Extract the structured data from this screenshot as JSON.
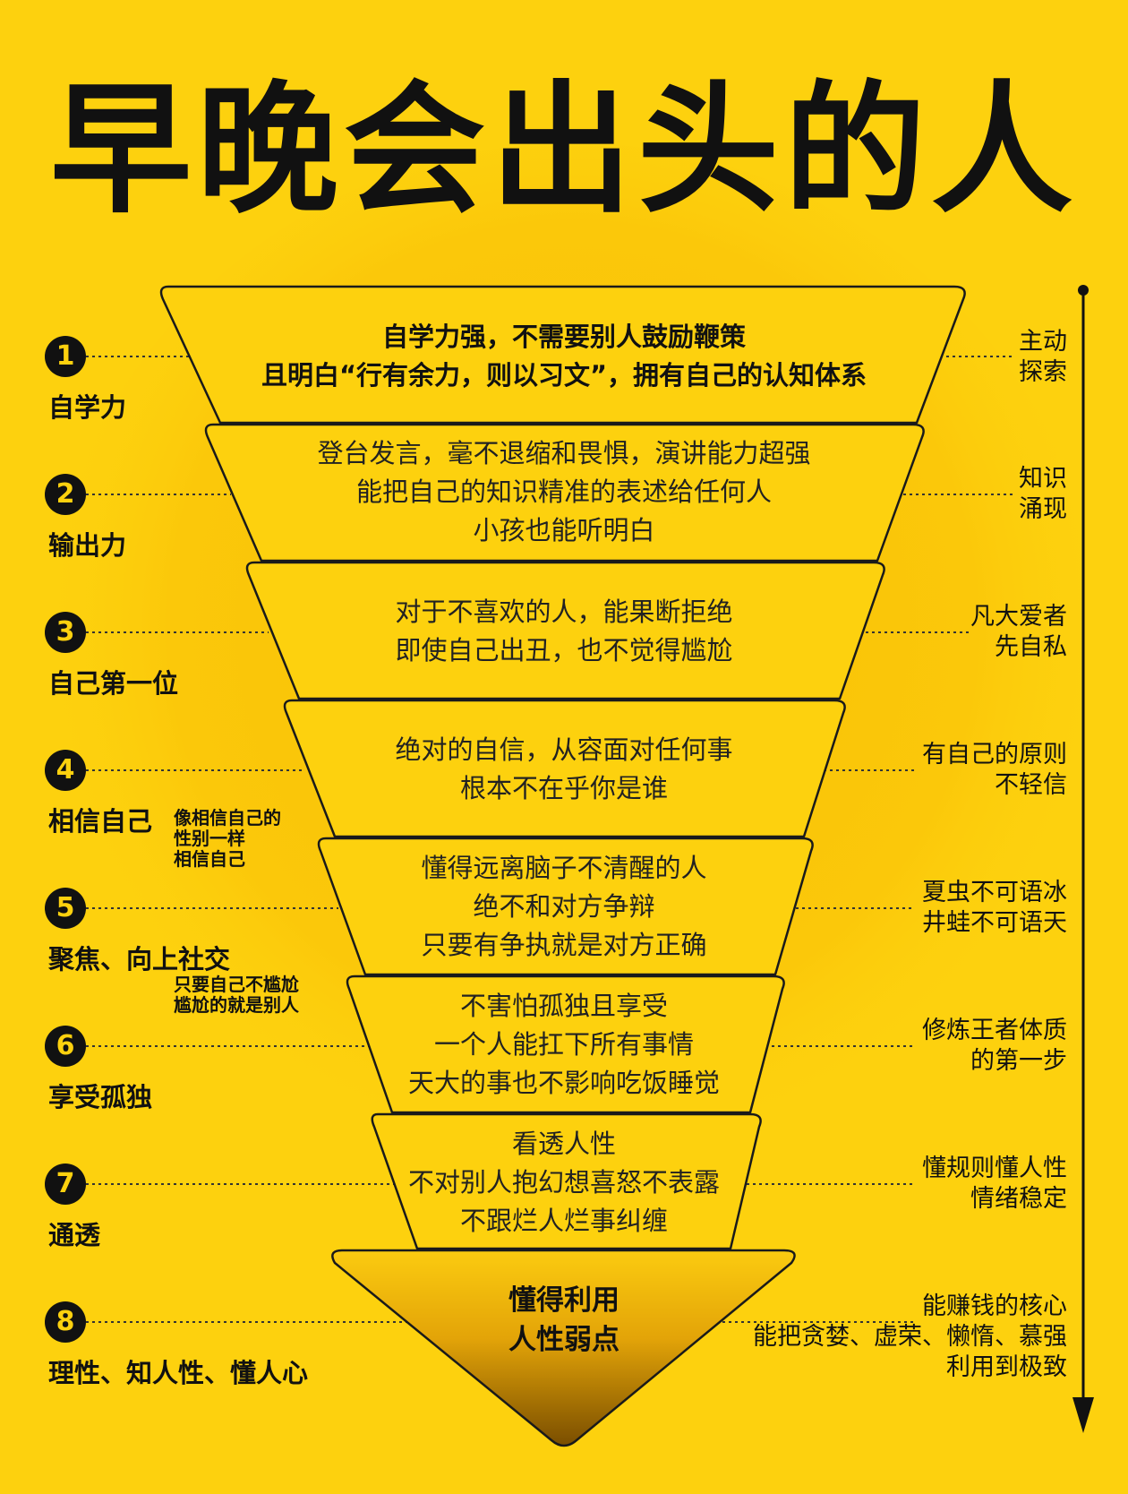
{
  "title": "早晚会出头的人",
  "levels": [
    {
      "num": "1",
      "label": "自学力",
      "lines": [
        "自学力强，不需要别人鼓励鞭策",
        "且明白“行有余力，则以习文”，拥有自己的认知体系"
      ],
      "right": [
        "主动",
        "探索"
      ]
    },
    {
      "num": "2",
      "label": "输出力",
      "lines": [
        "登台发言，毫不退缩和畏惧，演讲能力超强",
        "能把自己的知识精准的表述给任何人",
        "小孩也能听明白"
      ],
      "right": [
        "知识",
        "涌现"
      ]
    },
    {
      "num": "3",
      "label": "自己第一位",
      "lines": [
        "对于不喜欢的人，能果断拒绝",
        "即使自己出丑，也不觉得尴尬"
      ],
      "right": [
        "凡大爱者",
        "先自私"
      ]
    },
    {
      "num": "4",
      "label": "相信自己",
      "note": [
        "像相信自己的",
        "性别一样",
        "相信自己"
      ],
      "lines": [
        "绝对的自信，从容面对任何事",
        "根本不在乎你是谁"
      ],
      "right": [
        "有自己的原则",
        "不轻信"
      ]
    },
    {
      "num": "5",
      "label": "聚焦、向上社交",
      "note": [
        "只要自己不尴尬",
        "尴尬的就是别人"
      ],
      "lines": [
        "懂得远离脑子不清醒的人",
        "绝不和对方争辩",
        "只要有争执就是对方正确"
      ],
      "right": [
        "夏虫不可语冰",
        "井蛙不可语天"
      ]
    },
    {
      "num": "6",
      "label": "享受孤独",
      "lines": [
        "不害怕孤独且享受",
        "一个人能扛下所有事情",
        "天大的事也不影响吃饭睡觉"
      ],
      "right": [
        "修炼王者体质",
        "的第一步"
      ]
    },
    {
      "num": "7",
      "label": "通透",
      "lines": [
        "看透人性",
        "不对别人抱幻想喜怒不表露",
        "不跟烂人烂事纠缠"
      ],
      "right": [
        "懂规则懂人性",
        "情绪稳定"
      ]
    },
    {
      "num": "8",
      "label": "理性、知人性、懂人心",
      "lines": [
        "懂得利用",
        "人性弱点"
      ],
      "right": [
        "能赚钱的核心",
        "能把贪婪、虚荣、懒惰、慕强",
        "利用到极致"
      ]
    }
  ],
  "colors": {
    "background": "#FDD10E",
    "band": "#FDD10E",
    "outline": "#1A1A1A",
    "tip_dark": "#8A5A00",
    "badge": "#111111"
  }
}
